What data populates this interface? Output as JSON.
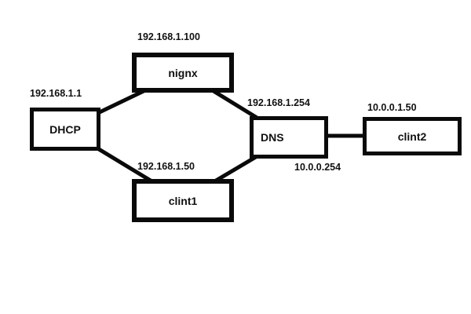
{
  "diagram": {
    "type": "network-topology",
    "nodes": [
      {
        "id": "dhcp",
        "label": "DHCP",
        "ip_above": "192.168.1.1"
      },
      {
        "id": "nignx",
        "label": "nignx",
        "ip_above": "192.168.1.100"
      },
      {
        "id": "clint1",
        "label": "clint1",
        "ip_above": "192.168.1.50"
      },
      {
        "id": "dns",
        "label": "DNS",
        "ip_above": "192.168.1.254",
        "ip_below": "10.0.0.254"
      },
      {
        "id": "clint2",
        "label": "clint2",
        "ip_above": "10.0.0.1.50"
      }
    ],
    "edges": [
      {
        "from": "dhcp",
        "to": "nignx"
      },
      {
        "from": "dhcp",
        "to": "clint1"
      },
      {
        "from": "nignx",
        "to": "dns"
      },
      {
        "from": "clint1",
        "to": "dns"
      },
      {
        "from": "dns",
        "to": "clint2"
      }
    ],
    "colors": {
      "stroke": "#0a0a0a",
      "background": "#ffffff",
      "text": "#111111"
    }
  }
}
